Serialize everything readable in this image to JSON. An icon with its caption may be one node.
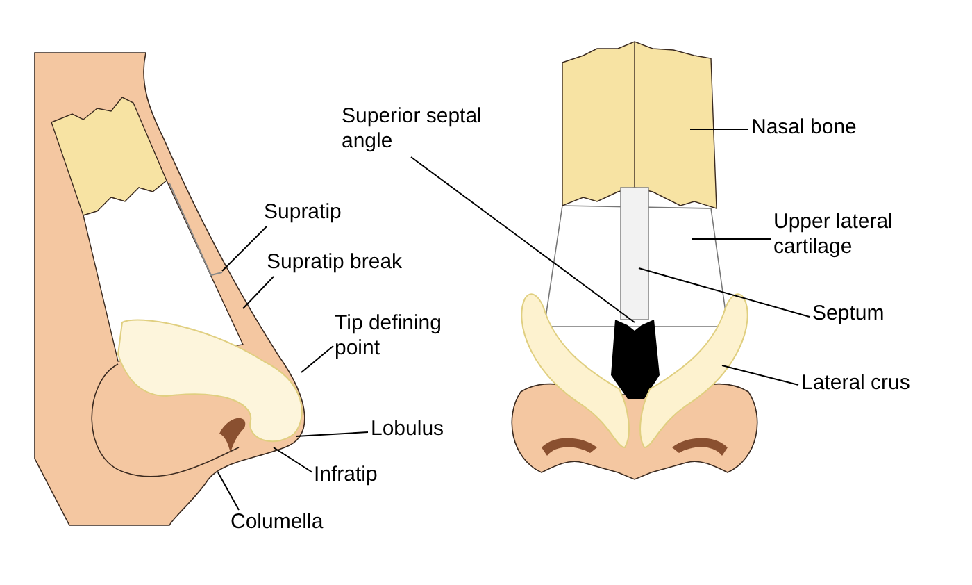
{
  "diagram": {
    "nodes": [
      {
        "text": [
          "Supratip"
        ]
      },
      {
        "text": [
          "Supratip break"
        ]
      },
      {
        "text": [
          "Tip defining point"
        ]
      },
      {
        "text": [
          "Lobulus"
        ]
      },
      {
        "text": [
          "Infratip"
        ]
      },
      {
        "text": [
          "Columella"
        ]
      },
      {
        "text": [
          "Superior septal angle"
        ]
      },
      {
        "text": [
          "Nasal bone"
        ]
      },
      {
        "text": [
          "Upper lateral cartilage"
        ]
      },
      {
        "text": [
          "Septum"
        ]
      },
      {
        "text": [
          "Lateral crus"
        ]
      }
    ],
    "edges": [
      {
        "from": 0,
        "to": null,
        "arrow": "none"
      },
      {
        "from": 1,
        "to": null,
        "arrow": "none"
      },
      {
        "from": 2,
        "to": null,
        "arrow": "none"
      },
      {
        "from": 3,
        "to": null,
        "arrow": "none"
      },
      {
        "from": 4,
        "to": null,
        "arrow": "none"
      },
      {
        "from": 5,
        "to": null,
        "arrow": "none"
      },
      {
        "from": 6,
        "to": null,
        "arrow": "none"
      },
      {
        "from": 7,
        "to": null,
        "arrow": "none"
      },
      {
        "from": 8,
        "to": null,
        "arrow": "none"
      },
      {
        "from": 9,
        "to": null,
        "arrow": "none"
      },
      {
        "from": 10,
        "to": null,
        "arrow": "none"
      }
    ]
  }
}
